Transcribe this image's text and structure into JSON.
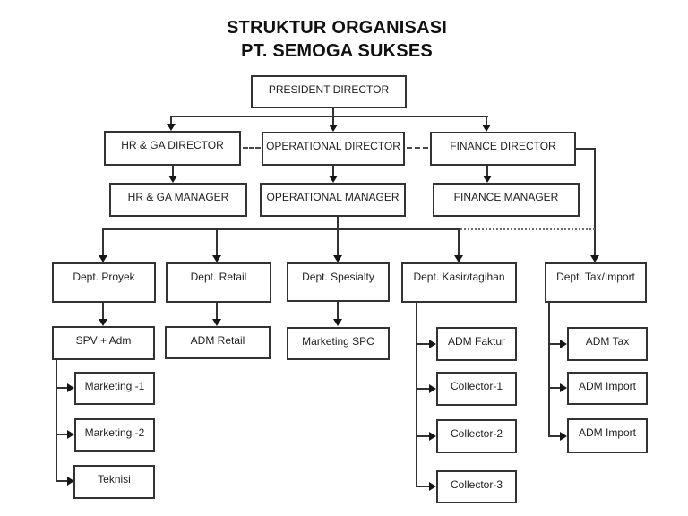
{
  "title": {
    "line1": "STRUKTUR ORGANISASI",
    "line2": "PT. SEMOGA SUKSES"
  },
  "nodes": {
    "president": "PRESIDENT DIRECTOR",
    "hrga_director": "HR & GA DIRECTOR",
    "operational_director": "OPERATIONAL DIRECTOR",
    "finance_director": "FINANCE DIRECTOR",
    "hrga_manager": "HR & GA MANAGER",
    "operational_manager": "OPERATIONAL MANAGER",
    "finance_manager": "FINANCE MANAGER",
    "dept_proyek": "Dept. Proyek",
    "dept_retail": "Dept. Retail",
    "dept_spesialty": "Dept. Spesialty",
    "dept_kasir": "Dept. Kasir/tagihan",
    "dept_tax": "Dept. Tax/Import",
    "spv_adm": "SPV + Adm",
    "adm_retail": "ADM Retail",
    "marketing_spc": "Marketing SPC",
    "adm_faktur": "ADM Faktur",
    "adm_tax": "ADM Tax",
    "marketing_1": "Marketing -1",
    "marketing_2": "Marketing -2",
    "teknisi": "Teknisi",
    "collector_1": "Collector-1",
    "collector_2": "Collector-2",
    "collector_3": "Collector-3",
    "adm_import_1": "ADM Import",
    "adm_import_2": "ADM Import"
  },
  "hierarchy": [
    {
      "from": "president",
      "to": "hrga_director",
      "style": "solid-arrow"
    },
    {
      "from": "president",
      "to": "operational_director",
      "style": "solid-arrow"
    },
    {
      "from": "president",
      "to": "finance_director",
      "style": "solid-arrow"
    },
    {
      "from": "hrga_director",
      "to": "operational_director",
      "style": "dashed-peer"
    },
    {
      "from": "operational_director",
      "to": "finance_director",
      "style": "dashed-peer"
    },
    {
      "from": "hrga_director",
      "to": "hrga_manager",
      "style": "solid-arrow"
    },
    {
      "from": "operational_director",
      "to": "operational_manager",
      "style": "solid-arrow"
    },
    {
      "from": "finance_director",
      "to": "finance_manager",
      "style": "solid-arrow"
    },
    {
      "from": "operational_manager",
      "to": "dept_proyek",
      "style": "solid-arrow"
    },
    {
      "from": "operational_manager",
      "to": "dept_retail",
      "style": "solid-arrow"
    },
    {
      "from": "operational_manager",
      "to": "dept_spesialty",
      "style": "solid-arrow"
    },
    {
      "from": "operational_manager",
      "to": "dept_kasir",
      "style": "solid-arrow"
    },
    {
      "from": "finance_director",
      "to": "dept_tax",
      "style": "solid-arrow"
    },
    {
      "from": "dept_kasir",
      "to": "dept_tax",
      "style": "dotted-link"
    },
    {
      "from": "dept_proyek",
      "to": "spv_adm",
      "style": "solid-arrow"
    },
    {
      "from": "dept_retail",
      "to": "adm_retail",
      "style": "solid-arrow"
    },
    {
      "from": "dept_spesialty",
      "to": "marketing_spc",
      "style": "solid-arrow"
    },
    {
      "from": "dept_kasir",
      "to": "adm_faktur",
      "style": "solid-arrow"
    },
    {
      "from": "dept_kasir",
      "to": "collector_1",
      "style": "solid-arrow"
    },
    {
      "from": "dept_kasir",
      "to": "collector_2",
      "style": "solid-arrow"
    },
    {
      "from": "dept_kasir",
      "to": "collector_3",
      "style": "solid-arrow"
    },
    {
      "from": "dept_tax",
      "to": "adm_tax",
      "style": "solid-arrow"
    },
    {
      "from": "dept_tax",
      "to": "adm_import_1",
      "style": "solid-arrow"
    },
    {
      "from": "dept_tax",
      "to": "adm_import_2",
      "style": "solid-arrow"
    },
    {
      "from": "spv_adm",
      "to": "marketing_1",
      "style": "solid-arrow"
    },
    {
      "from": "spv_adm",
      "to": "marketing_2",
      "style": "solid-arrow"
    },
    {
      "from": "spv_adm",
      "to": "teknisi",
      "style": "solid-arrow"
    }
  ],
  "colors": {
    "background": "#ffffff",
    "line": "#333333",
    "text": "#1f1f1f"
  }
}
